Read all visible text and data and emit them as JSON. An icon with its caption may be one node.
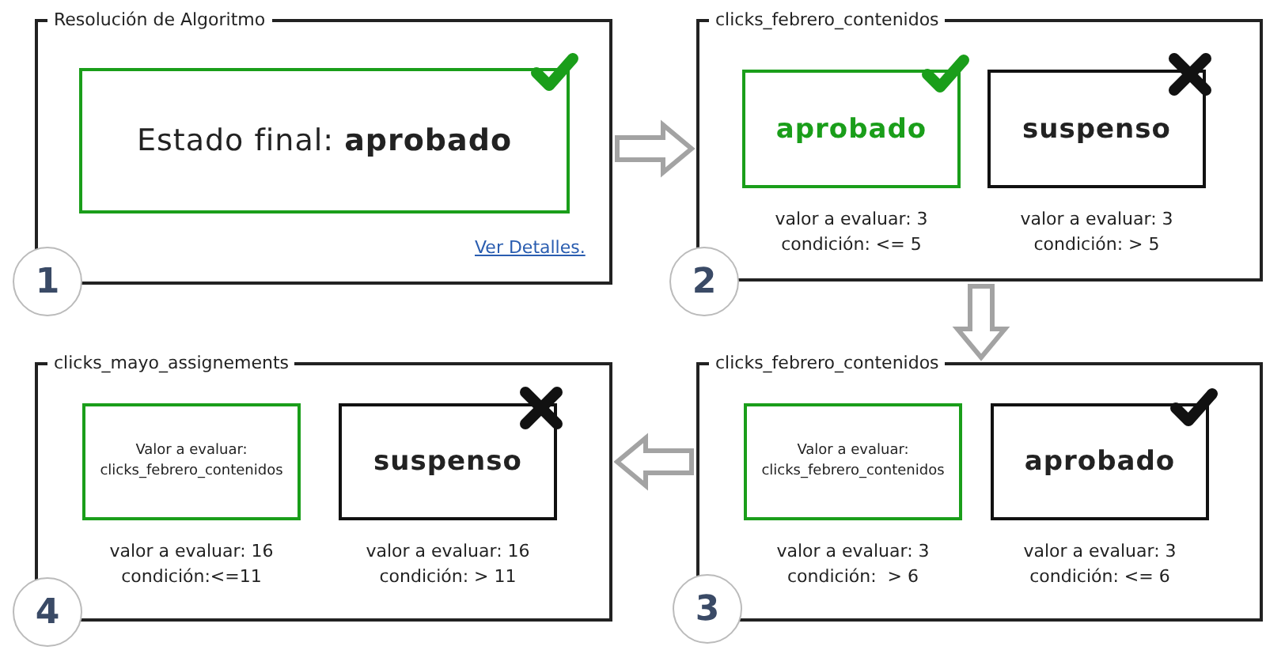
{
  "diagram": {
    "nodes": [
      {
        "text": [
          "Resolución de Algoritmo"
        ]
      },
      {
        "text": [
          "Estado final: **aprobado**"
        ],
        "in": 0
      },
      {
        "text": [
          "1"
        ]
      },
      {
        "text": [
          "clicks_febrero_contenidos"
        ]
      },
      {
        "text": [
          "aprobado"
        ],
        "in": 3,
        "beside": [
          "valor a evaluar: 3",
          "condición: <= 5"
        ]
      },
      {
        "text": [
          "suspenso"
        ],
        "in": 3,
        "beside": [
          "valor a evaluar: 3",
          "condición: > 5"
        ]
      },
      {
        "text": [
          "2"
        ]
      },
      {
        "text": [
          "clicks_mayo_assignements"
        ]
      },
      {
        "text": [
          "Valor a evaluar: clicks_febrero_contenidos"
        ],
        "in": 7,
        "beside": [
          "valor a evaluar: 16",
          "condición:<=11"
        ]
      },
      {
        "text": [
          "suspenso"
        ],
        "in": 7,
        "beside": [
          "valor a evaluar: 16",
          "condición: > 11"
        ]
      },
      {
        "text": [
          "4"
        ]
      },
      {
        "text": [
          "clicks_febrero_contenidos"
        ]
      },
      {
        "text": [
          "Valor a evaluar: clicks_febrero_contenidos"
        ],
        "in": 11,
        "beside": [
          "valor a evaluar: 3",
          "condición:  > 6"
        ]
      },
      {
        "text": [
          "aprobado"
        ],
        "in": 11,
        "beside": [
          "valor a evaluar: 3",
          "condición: <= 6"
        ]
      },
      {
        "text": [
          "3"
        ]
      }
    ],
    "edges": [
      {
        "from": 0,
        "to": 3,
        "arrow": "to"
      },
      {
        "from": 3,
        "to": 11,
        "arrow": "to"
      },
      {
        "from": 11,
        "to": 7,
        "arrow": "to"
      }
    ],
    "labels": [
      "Ver Detalles."
    ]
  }
}
